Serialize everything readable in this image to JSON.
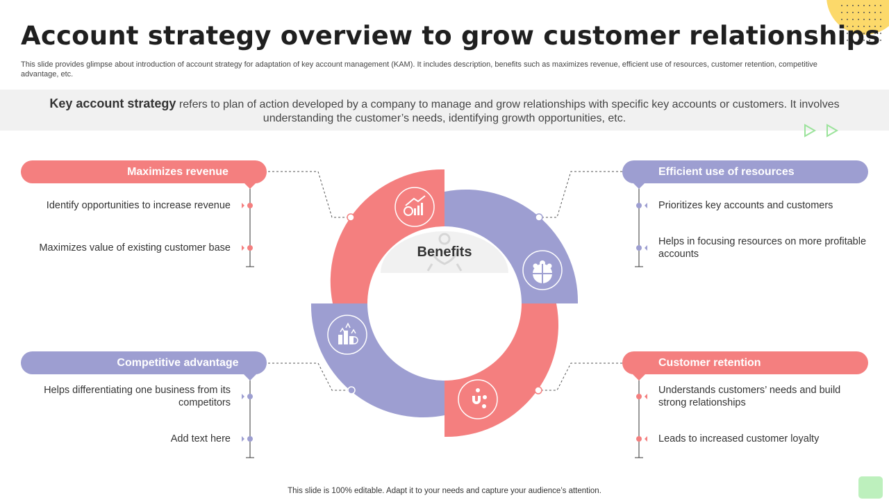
{
  "title": "Account strategy overview to grow customer relationships",
  "subtitle": "This slide provides glimpse about introduction of account strategy for adaptation of key account management (KAM). It includes description, benefits such as maximizes revenue, efficient use of resources, customer retention, competitive advantage, etc.",
  "band": {
    "lead": "Key account strategy",
    "text": " refers to plan of action developed by a company to manage and grow relationships with specific key accounts or customers. It involves understanding the customer’s needs, identifying growth opportunities, etc."
  },
  "center_label": "Benefits",
  "benefits": {
    "top_left": {
      "title": "Maximizes revenue",
      "items": [
        "Identify opportunities to increase revenue",
        "Maximizes value of existing customer base"
      ]
    },
    "top_right": {
      "title": "Efficient use of resources",
      "items": [
        "Prioritizes key accounts and customers",
        "Helps in focusing resources on more profitable accounts"
      ]
    },
    "bottom_left": {
      "title": "Competitive advantage",
      "items": [
        "Helps differentiating one business from its competitors",
        "Add text here"
      ]
    },
    "bottom_right": {
      "title": "Customer retention",
      "items": [
        "Understands customers’ needs and build strong relationships",
        "Leads to increased customer loyalty"
      ]
    }
  },
  "icons": [
    "revenue-chart-icon",
    "team-globe-icon",
    "magnet-customers-icon",
    "growth-arrows-icon",
    "hands-heart-icon",
    "play-arrows-icon"
  ],
  "colors": {
    "red": "#f47f7f",
    "purple": "#9d9ed1",
    "yellow": "#fcd96a",
    "green": "#a8e8a8"
  },
  "footer": "This slide is 100% editable. Adapt it to your needs and capture your audience’s attention."
}
